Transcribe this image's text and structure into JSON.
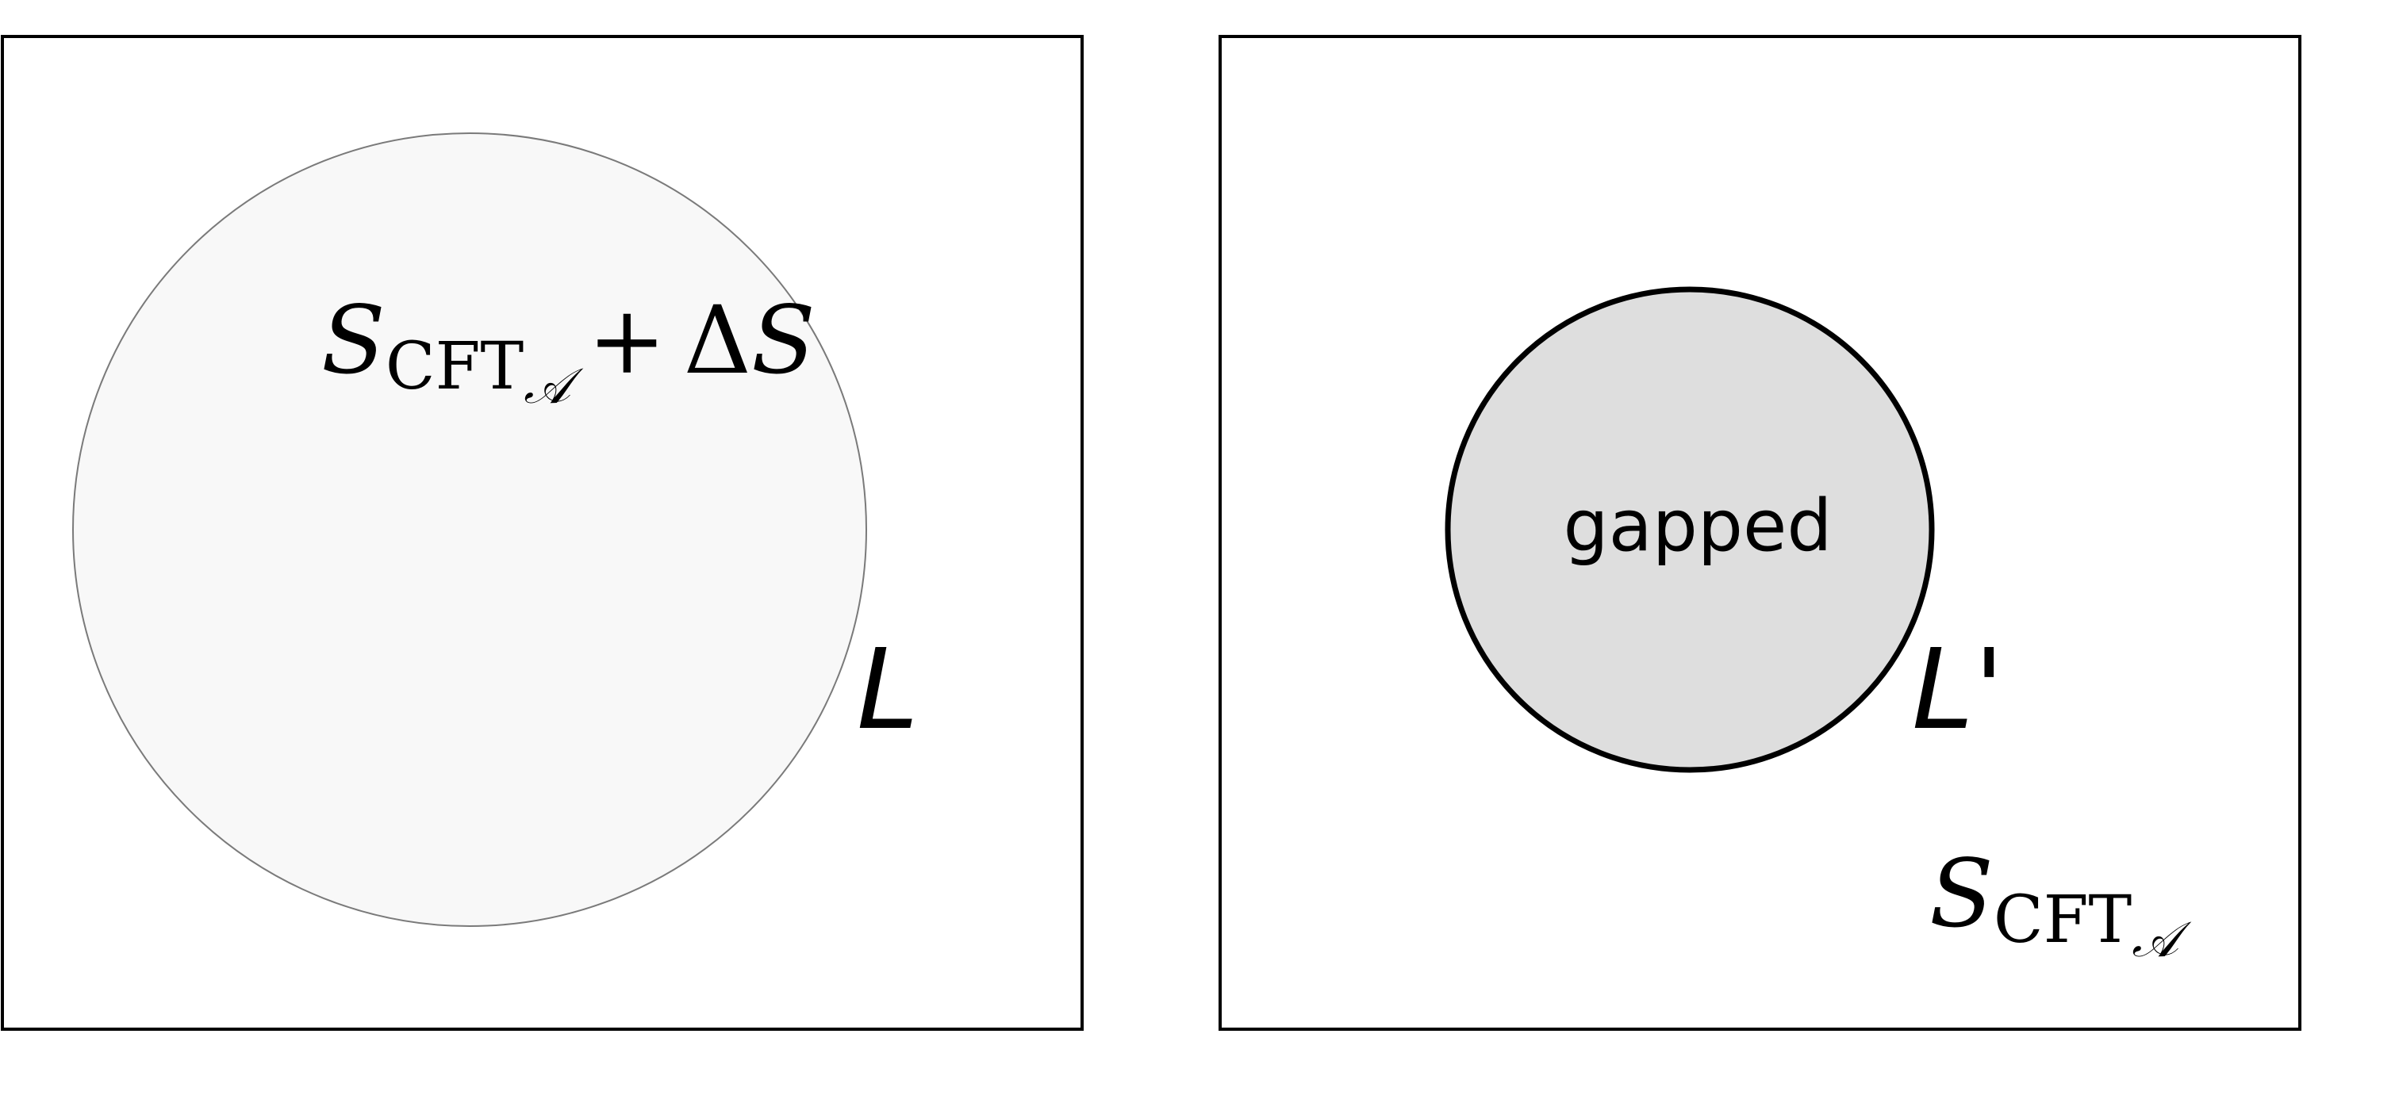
{
  "left_panel": {
    "action": {
      "symbol": "S",
      "subscript_main": "CFT",
      "subscript_sub": "𝒜",
      "operator": "+",
      "delta": "Δ",
      "delta_symbol": "S"
    },
    "boundary_label": "L"
  },
  "right_panel": {
    "region_label": "gapped",
    "boundary_label": "L'",
    "action": {
      "symbol": "S",
      "subscript_main": "CFT",
      "subscript_sub": "𝒜"
    }
  },
  "colors": {
    "frame": "#000000",
    "large_region_fill": "#f8f8f8",
    "large_region_stroke": "#7a7a7a",
    "gapped_fill": "#dedede",
    "gapped_stroke": "#000000"
  }
}
